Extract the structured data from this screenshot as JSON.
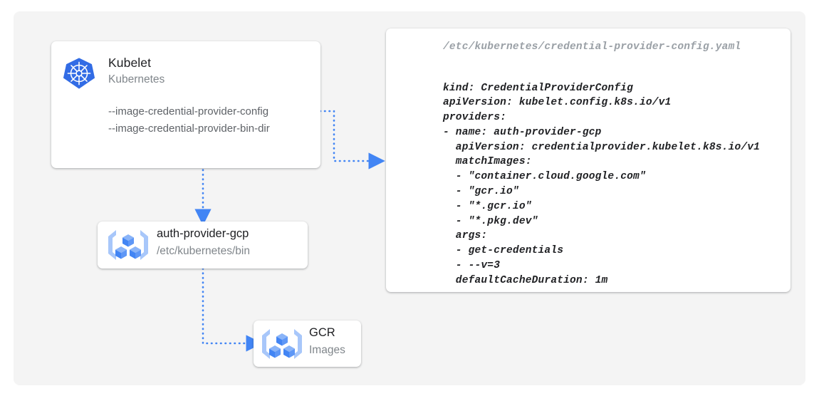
{
  "colors": {
    "backdrop": "#f4f4f4",
    "card": "#ffffff",
    "accent_blue": "#4285f4",
    "k8s_blue": "#326ce5",
    "gcr_blue_dark": "#4285f4",
    "gcr_blue_light": "#a8c7fa",
    "text_primary": "#202124",
    "text_secondary": "#80868b",
    "text_flag": "#5f6368"
  },
  "kubelet_card": {
    "icon": "kubernetes-logo-icon",
    "title": "Kubelet",
    "subtitle": "Kubernetes",
    "flags": [
      "--image-credential-provider-config",
      "--image-credential-provider-bin-dir"
    ]
  },
  "auth_provider_card": {
    "icon": "gcr-cubes-icon",
    "title": "auth-provider-gcp",
    "subtitle": "/etc/kubernetes/bin"
  },
  "gcr_card": {
    "icon": "gcr-cubes-icon",
    "title": "GCR",
    "subtitle": "Images"
  },
  "yaml_card": {
    "path": "/etc/kubernetes/credential-provider-config.yaml",
    "content": "kind: CredentialProviderConfig\napiVersion: kubelet.config.k8s.io/v1\nproviders:\n- name: auth-provider-gcp\n  apiVersion: credentialprovider.kubelet.k8s.io/v1\n  matchImages:\n  - \"container.cloud.google.com\"\n  - \"gcr.io\"\n  - \"*.gcr.io\"\n  - \"*.pkg.dev\"\n  args:\n  - get-credentials\n  - --v=3\n  defaultCacheDuration: 1m"
  },
  "connectors": [
    {
      "name": "kubelet-config-to-yaml",
      "from": "kubelet-card-flag-config",
      "to": "yaml-card",
      "style": "dotted-arrow"
    },
    {
      "name": "kubelet-to-auth-provider",
      "from": "kubelet-card",
      "to": "auth-provider-card",
      "style": "dotted-arrow"
    },
    {
      "name": "auth-provider-to-gcr",
      "from": "auth-provider-card",
      "to": "gcr-card",
      "style": "dotted-arrow"
    }
  ]
}
